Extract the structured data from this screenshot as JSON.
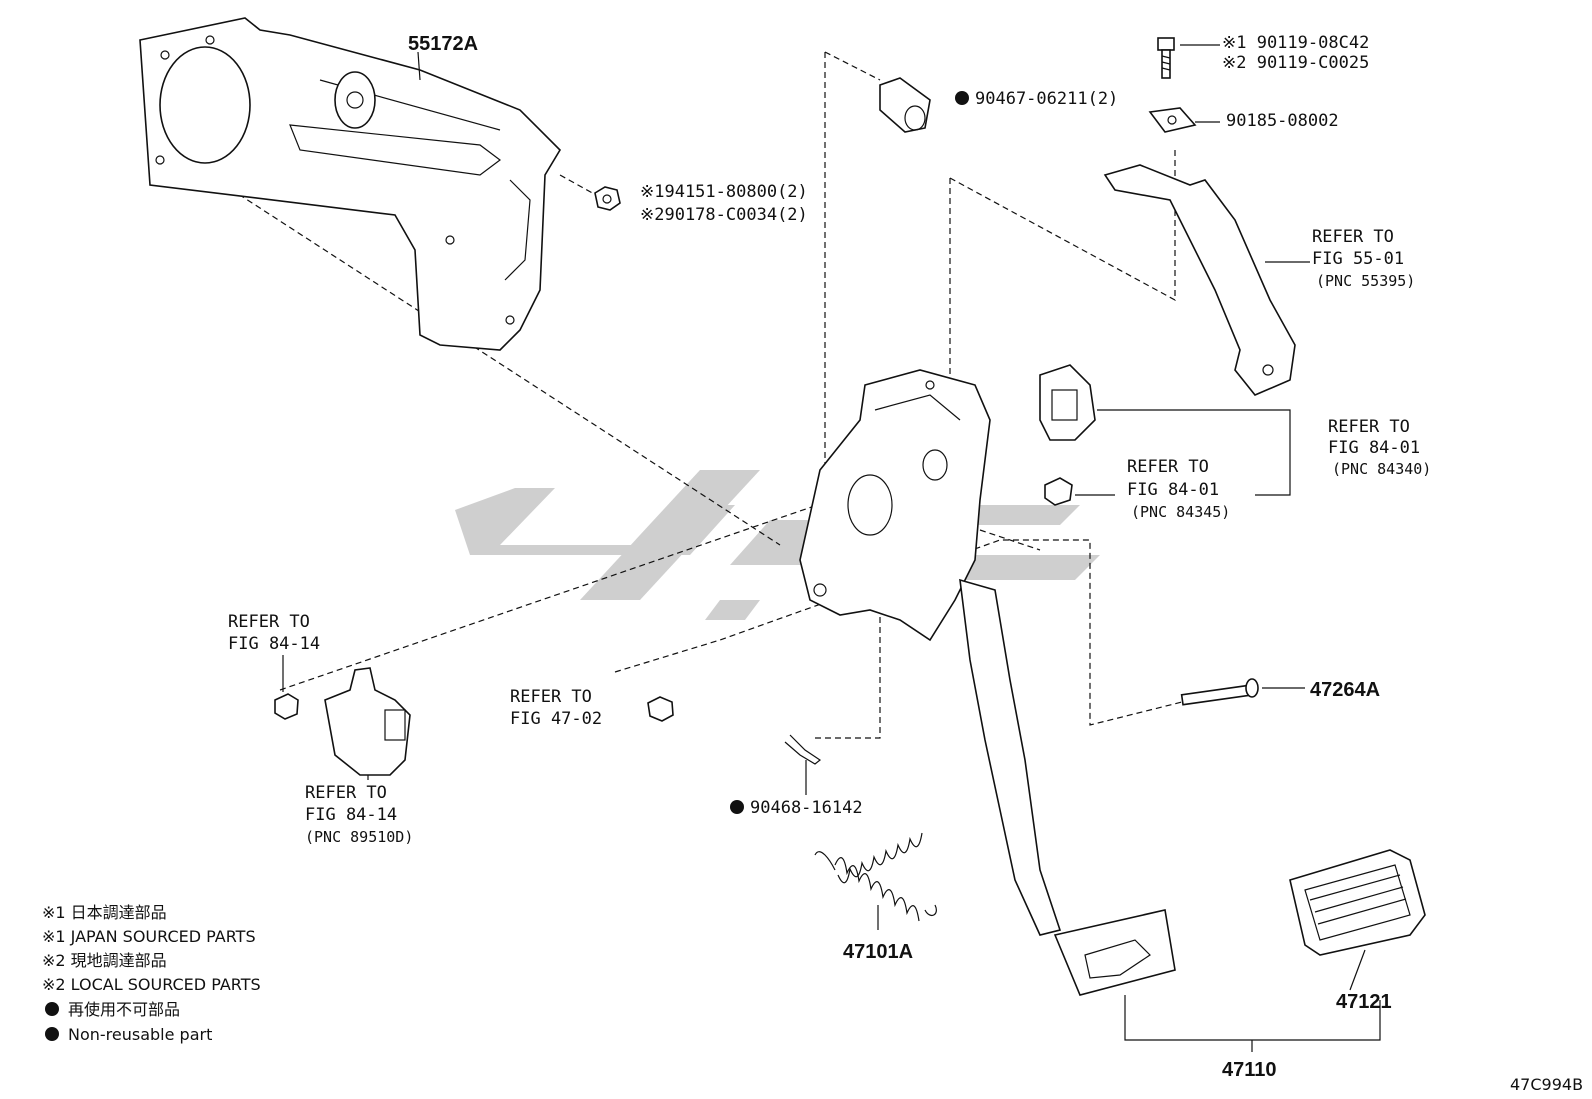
{
  "labels": {
    "p55172a": "55172A",
    "nut1": "※194151-80800(2)",
    "nut2": "※290178-C0034(2)",
    "sensor_pin": "90467-06211(2)",
    "bolt1": "※1 90119-08C42",
    "bolt2": "※2 90119-C0025",
    "clip": "90185-08002",
    "ref_55_01": [
      "REFER TO",
      "FIG 55-01",
      "(PNC 55395)"
    ],
    "ref_84_01a": [
      "REFER TO",
      "FIG 84-01",
      "(PNC 84340)"
    ],
    "ref_84_01b": [
      "REFER TO",
      "FIG 84-01",
      "(PNC 84345)"
    ],
    "ref_84_14a": [
      "REFER TO",
      "FIG 84-14"
    ],
    "ref_84_14b": [
      "REFER TO",
      "FIG 84-14",
      "(PNC 89510D)"
    ],
    "ref_47_02": [
      "REFER TO",
      "FIG 47-02"
    ],
    "p47264a": "47264A",
    "cotter": "90468-16142",
    "p47101a": "47101A",
    "p47121": "47121",
    "p47110": "47110",
    "diagram_id": "47C994B"
  },
  "legend": [
    "※1 日本調達部品",
    "※1 JAPAN SOURCED PARTS",
    "※2 現地調達部品",
    "※2 LOCAL SOURCED PARTS",
    "再使用不可部品",
    "Non-reusable part"
  ],
  "colors": {
    "ink": "#111111",
    "watermark": "#cfcfcf"
  }
}
